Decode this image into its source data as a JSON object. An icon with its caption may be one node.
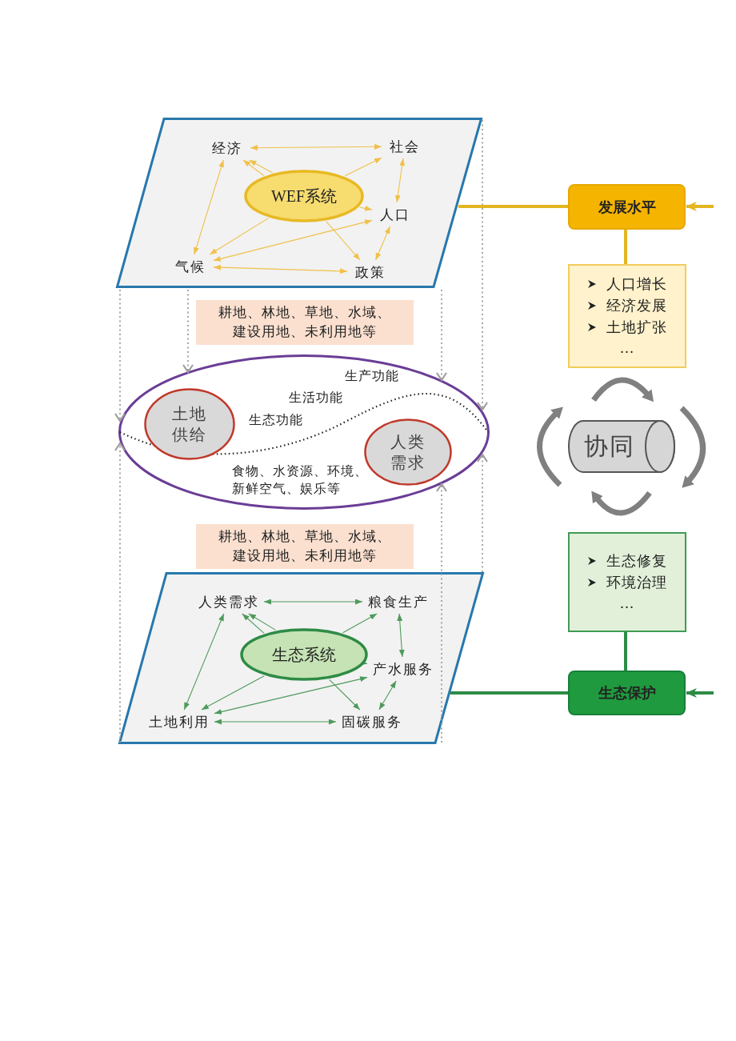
{
  "diagram": {
    "nodes": [
      {
        "text": [],
        "shape": "parallelogram"
      },
      {
        "text": [
          "WEF系统"
        ],
        "in": 0
      },
      {
        "text": [
          "经济"
        ],
        "in": 0
      },
      {
        "text": [
          "社会"
        ],
        "in": 0
      },
      {
        "text": [
          "人口"
        ],
        "in": 0
      },
      {
        "text": [
          "气候"
        ],
        "in": 0
      },
      {
        "text": [
          "政策"
        ],
        "in": 0
      },
      {
        "text": [
          "耕地、林地、草地、水域、建设用地、未利用地等"
        ]
      },
      {
        "text": [],
        "shape": "ellipse"
      },
      {
        "text": [
          "土地供给"
        ],
        "in": 8
      },
      {
        "text": [
          "人类需求"
        ],
        "in": 8
      },
      {
        "text": [
          "耕地、林地、草地、水域、建设用地、未利用地等"
        ]
      },
      {
        "text": [],
        "shape": "parallelogram"
      },
      {
        "text": [
          "生态系统"
        ],
        "in": 12
      },
      {
        "text": [
          "人类需求"
        ],
        "in": 12
      },
      {
        "text": [
          "粮食生产"
        ],
        "in": 12
      },
      {
        "text": [
          "产水服务"
        ],
        "in": 12
      },
      {
        "text": [
          "土地利用"
        ],
        "in": 12
      },
      {
        "text": [
          "固碳服务"
        ],
        "in": 12
      },
      {
        "text": [
          "发展水平"
        ]
      },
      {
        "text": [
          "人口增长",
          "经济发展",
          "土地扩张",
          "…"
        ]
      },
      {
        "text": [
          "协同"
        ]
      },
      {
        "text": [
          "生态修复",
          "环境治理",
          "…"
        ]
      },
      {
        "text": [
          "生态保护"
        ]
      }
    ],
    "edges": [
      {
        "from": 2,
        "to": 3,
        "arrow": "both",
        "color": "#f0c04a"
      },
      {
        "from": 1,
        "to": 2,
        "arrow": "to",
        "color": "#f0c04a"
      },
      {
        "from": 1,
        "to": 2,
        "arrow": "to",
        "color": "#f0c04a"
      },
      {
        "from": 1,
        "to": 3,
        "arrow": "to",
        "color": "#f0c04a"
      },
      {
        "from": 1,
        "to": 4,
        "arrow": "to",
        "color": "#f0c04a"
      },
      {
        "from": 1,
        "to": 5,
        "arrow": "to",
        "color": "#f0c04a"
      },
      {
        "from": 1,
        "to": 6,
        "arrow": "to",
        "color": "#f0c04a"
      },
      {
        "from": 2,
        "to": 5,
        "arrow": "both",
        "color": "#f0c04a"
      },
      {
        "from": 3,
        "to": 4,
        "arrow": "both",
        "color": "#f0c04a"
      },
      {
        "from": 4,
        "to": 6,
        "arrow": "both",
        "color": "#f0c04a"
      },
      {
        "from": 5,
        "to": 4,
        "arrow": "both",
        "color": "#f0c04a"
      },
      {
        "from": 5,
        "to": 6,
        "arrow": "both",
        "color": "#f0c04a"
      },
      {
        "from": 14,
        "to": 15,
        "arrow": "both",
        "color": "#4f9a5c"
      },
      {
        "from": 13,
        "to": 14,
        "arrow": "to",
        "color": "#4f9a5c"
      },
      {
        "from": 13,
        "to": 14,
        "arrow": "to",
        "color": "#4f9a5c"
      },
      {
        "from": 13,
        "to": 15,
        "arrow": "to",
        "color": "#4f9a5c"
      },
      {
        "from": 13,
        "to": 16,
        "arrow": "to",
        "color": "#4f9a5c"
      },
      {
        "from": 13,
        "to": 17,
        "arrow": "to",
        "color": "#4f9a5c"
      },
      {
        "from": 13,
        "to": 18,
        "arrow": "to",
        "color": "#4f9a5c"
      },
      {
        "from": 14,
        "to": 17,
        "arrow": "both",
        "color": "#4f9a5c"
      },
      {
        "from": 15,
        "to": 16,
        "arrow": "both",
        "color": "#4f9a5c"
      },
      {
        "from": 16,
        "to": 18,
        "arrow": "both",
        "color": "#4f9a5c"
      },
      {
        "from": 17,
        "to": 16,
        "arrow": "both",
        "color": "#4f9a5c"
      },
      {
        "from": 17,
        "to": 18,
        "arrow": "both",
        "color": "#4f9a5c"
      },
      {
        "from": 0,
        "to": 8,
        "arrow": "to",
        "style": "dashed",
        "color": "#9e9e9e"
      },
      {
        "from": 0,
        "to": 8,
        "arrow": "to",
        "style": "dashed",
        "color": "#9e9e9e"
      },
      {
        "from": 12,
        "to": 8,
        "arrow": "to",
        "style": "dashed",
        "color": "#9e9e9e"
      },
      {
        "from": 0,
        "to": 8,
        "arrow": "to",
        "style": "dashed",
        "color": "#9e9e9e"
      },
      {
        "from": 12,
        "to": 8,
        "arrow": "to",
        "style": "dashed",
        "color": "#9e9e9e"
      },
      {
        "from": 0,
        "to": 8,
        "arrow": "to",
        "style": "dashed",
        "color": "#9e9e9e"
      },
      {
        "from": 12,
        "to": 8,
        "arrow": "to",
        "style": "dashed",
        "color": "#9e9e9e"
      },
      {
        "from": 0,
        "to": 19,
        "arrow": "none",
        "style": "thick",
        "color": "#e3b521"
      },
      {
        "from": null,
        "to": 19,
        "arrow": "to",
        "style": "thick",
        "color": "#e3b521"
      },
      {
        "from": 19,
        "to": 20,
        "arrow": "none",
        "style": "thick",
        "color": "#e3b521"
      },
      {
        "from": 22,
        "to": 23,
        "arrow": "none",
        "style": "thick",
        "color": "#2e8b45"
      },
      {
        "from": 12,
        "to": 23,
        "arrow": "none",
        "style": "thick",
        "color": "#2e8b45"
      },
      {
        "from": null,
        "to": 23,
        "arrow": "to",
        "style": "thick",
        "color": "#2e8b45"
      }
    ],
    "labels": [
      "生产功能",
      "生活功能",
      "生态功能",
      "食物、水资源、环境、新鲜空气、娱乐等"
    ]
  }
}
